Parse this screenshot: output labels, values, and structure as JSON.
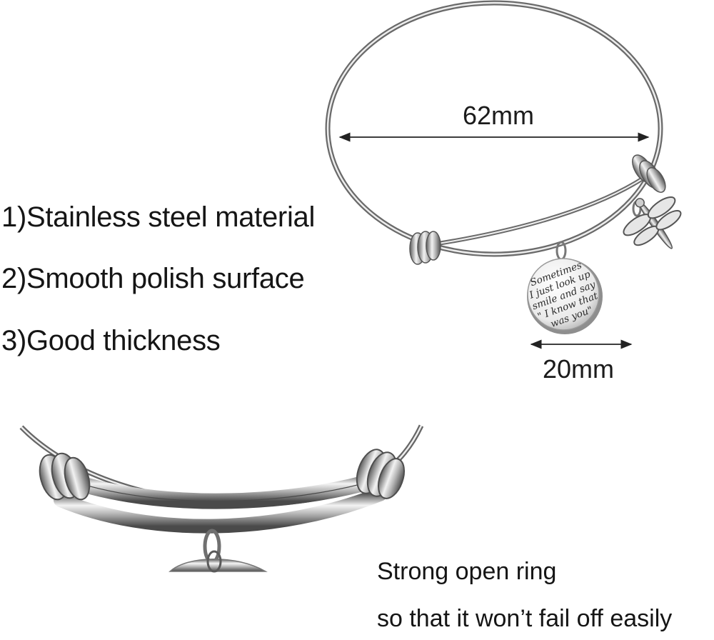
{
  "features": [
    {
      "number": "1)",
      "text": "Stainless steel material"
    },
    {
      "number": "2)",
      "text": "Smooth polish surface"
    },
    {
      "number": "3)",
      "text": "Good thickness"
    }
  ],
  "dimensions": {
    "bangle_diameter": "62mm",
    "charm_diameter": "20mm"
  },
  "charm_engraving": [
    "Sometimes",
    "I just look up",
    "smile and say",
    "\" I know that",
    "was you\""
  ],
  "closeup_caption": {
    "line1": "Strong open ring",
    "line2": "so that it won’t fail off easily"
  },
  "colors": {
    "background": "#ffffff",
    "metal_light": "#f4f4f4",
    "metal_mid": "#b9b9b9",
    "metal_dark": "#5c5c5c",
    "text": "#151515"
  }
}
